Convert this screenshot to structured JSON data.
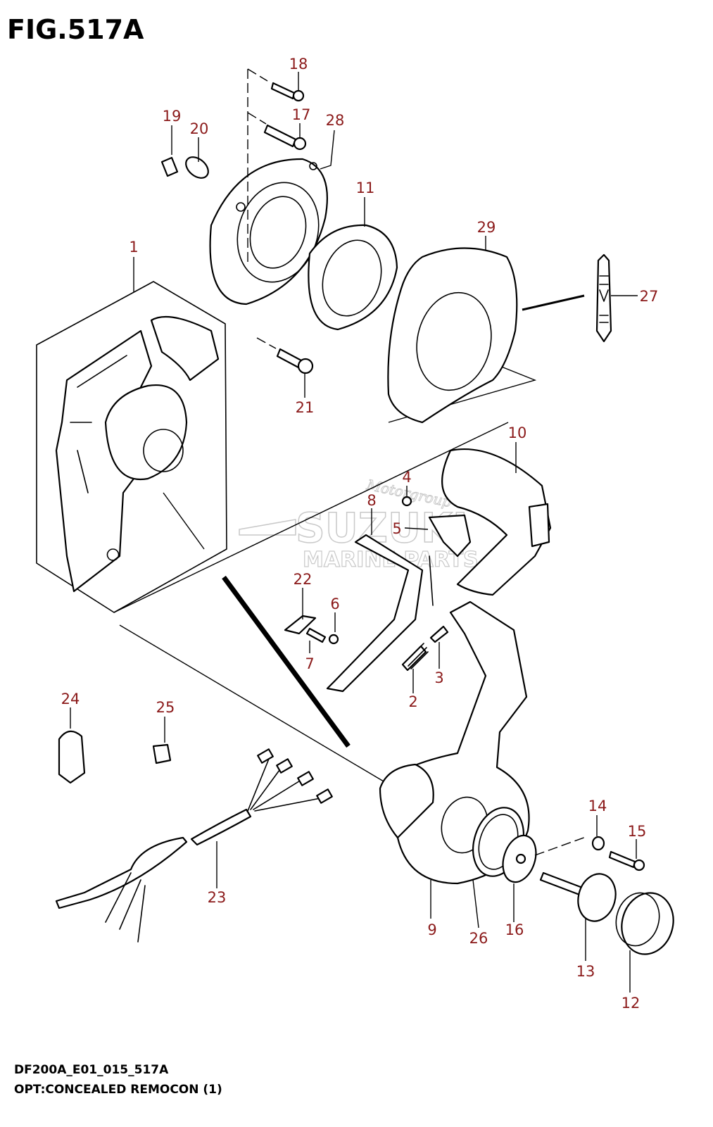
{
  "figure": {
    "title": "FIG.517A",
    "footer_code": "DF200A_E01_015_517A",
    "footer_caption": "OPT:CONCEALED REMOCON (1)"
  },
  "watermark": {
    "brand": "SUZUKI",
    "subline": "MARINE PARTS",
    "script": "Motorgroup"
  },
  "callouts": [
    {
      "id": "c1",
      "label": "1"
    },
    {
      "id": "c2",
      "label": "2"
    },
    {
      "id": "c3",
      "label": "3"
    },
    {
      "id": "c4",
      "label": "4"
    },
    {
      "id": "c5",
      "label": "5"
    },
    {
      "id": "c6",
      "label": "6"
    },
    {
      "id": "c7",
      "label": "7"
    },
    {
      "id": "c8",
      "label": "8"
    },
    {
      "id": "c9",
      "label": "9"
    },
    {
      "id": "c10",
      "label": "10"
    },
    {
      "id": "c11",
      "label": "11"
    },
    {
      "id": "c12",
      "label": "12"
    },
    {
      "id": "c13",
      "label": "13"
    },
    {
      "id": "c14",
      "label": "14"
    },
    {
      "id": "c15",
      "label": "15"
    },
    {
      "id": "c16",
      "label": "16"
    },
    {
      "id": "c17",
      "label": "17"
    },
    {
      "id": "c18",
      "label": "18"
    },
    {
      "id": "c19",
      "label": "19"
    },
    {
      "id": "c20",
      "label": "20"
    },
    {
      "id": "c21",
      "label": "21"
    },
    {
      "id": "c22",
      "label": "22"
    },
    {
      "id": "c23",
      "label": "23"
    },
    {
      "id": "c24",
      "label": "24"
    },
    {
      "id": "c25",
      "label": "25"
    },
    {
      "id": "c26",
      "label": "26"
    },
    {
      "id": "c27",
      "label": "27"
    },
    {
      "id": "c28",
      "label": "28"
    },
    {
      "id": "c29",
      "label": "29"
    }
  ],
  "colors": {
    "callout_text": "#8b1a1a",
    "line_art": "#000000",
    "watermark": "#c9c9c9"
  }
}
